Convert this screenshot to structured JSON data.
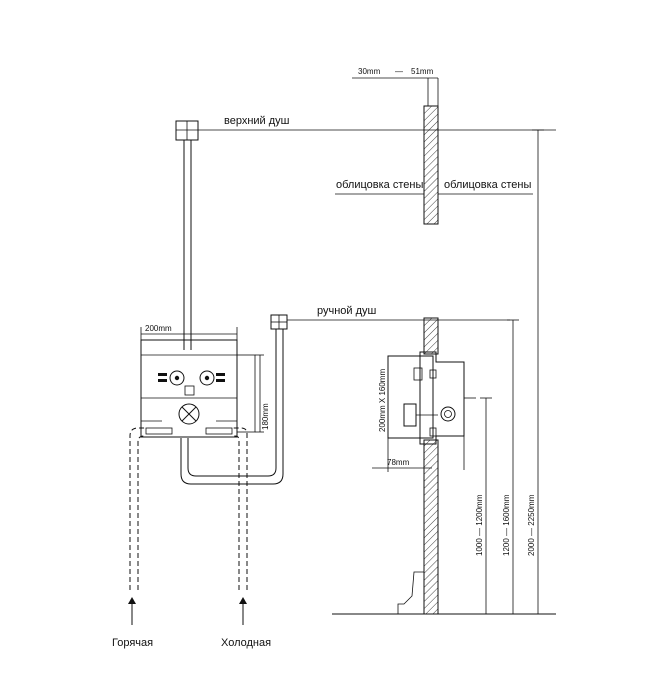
{
  "labels": {
    "top_shower": "верхний душ",
    "hand_shower": "ручной душ",
    "wall_left": "облицовка стены",
    "wall_right": "облицовка стены",
    "hot": "Горячая",
    "cold": "Холодная"
  },
  "dimensions": {
    "wall_thickness_min": "30mm",
    "wall_thickness_dash": "—",
    "wall_thickness_max": "51mm",
    "box_width": "200mm",
    "box_height": "180mm",
    "box_size": "200mm X 160mm",
    "depth": "78mm",
    "h1": "1000 — 1200mm",
    "h2": "1200 — 1600mm",
    "h3": "2000 — 2250mm"
  }
}
